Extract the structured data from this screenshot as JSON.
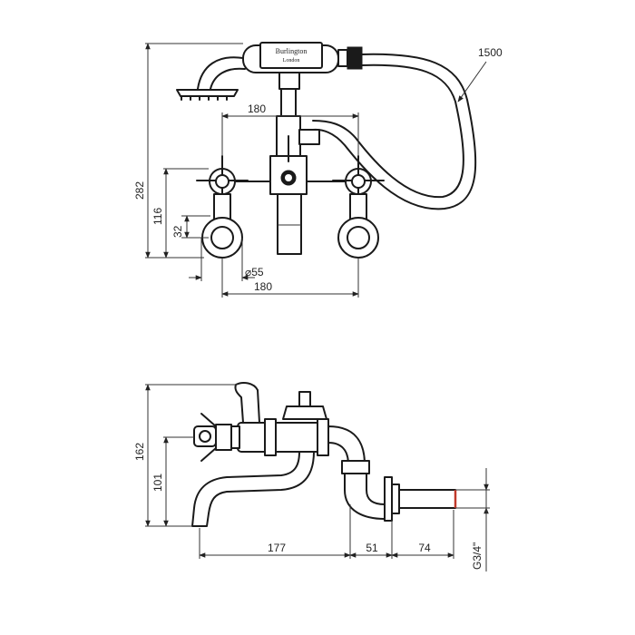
{
  "brand": {
    "name": "Burlington",
    "location": "London"
  },
  "front_view": {
    "hose_length": "1500",
    "centers_top": "180",
    "centers_bottom": "180",
    "overall_height": "282",
    "outlet_height": "116",
    "handle_offset": "32",
    "disc_diameter": "⌀55"
  },
  "side_view": {
    "overall_height": "162",
    "spout_height": "101",
    "spout_projection": "177",
    "body_to_flange": "51",
    "tail_length": "74",
    "thread": "G3/4\""
  },
  "colors": {
    "line": "#1a1a1a",
    "accent_band": "#c0392b",
    "background": "#ffffff"
  }
}
